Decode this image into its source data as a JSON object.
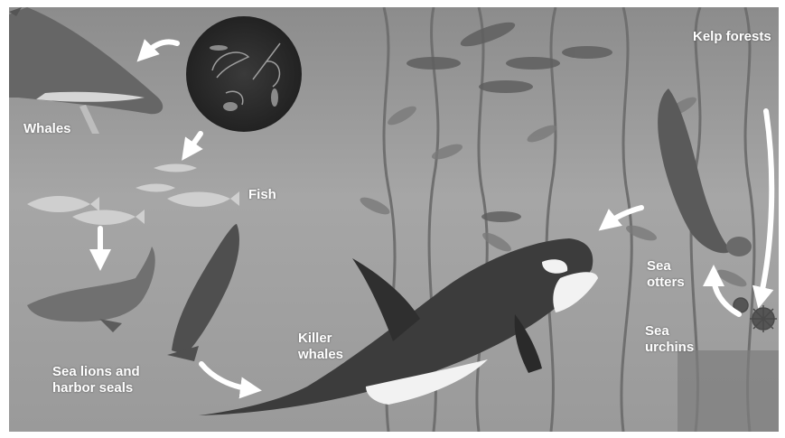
{
  "diagram": {
    "labels": {
      "whales": "Whales",
      "fish": "Fish",
      "kelp_forests": "Kelp forests",
      "sea_otters_1": "Sea",
      "sea_otters_2": "otters",
      "sea_urchins_1": "Sea",
      "sea_urchins_2": "urchins",
      "killer_whales_1": "Killer",
      "killer_whales_2": "whales",
      "sea_lions_1": "Sea lions and",
      "sea_lions_2": "harbor seals"
    },
    "colors": {
      "water": "#9a9a9a",
      "label_text": "#ffffff",
      "arrow": "#ffffff",
      "plankton_bg": "#2e2e2e",
      "kelp": "#6f6f6f"
    },
    "icons": [
      "plankton-circle",
      "whale-icon",
      "fish-school-icon",
      "sea-lion-icon",
      "killer-whale-icon",
      "sea-otter-icon",
      "sea-urchin-icon",
      "kelp-icon"
    ]
  }
}
